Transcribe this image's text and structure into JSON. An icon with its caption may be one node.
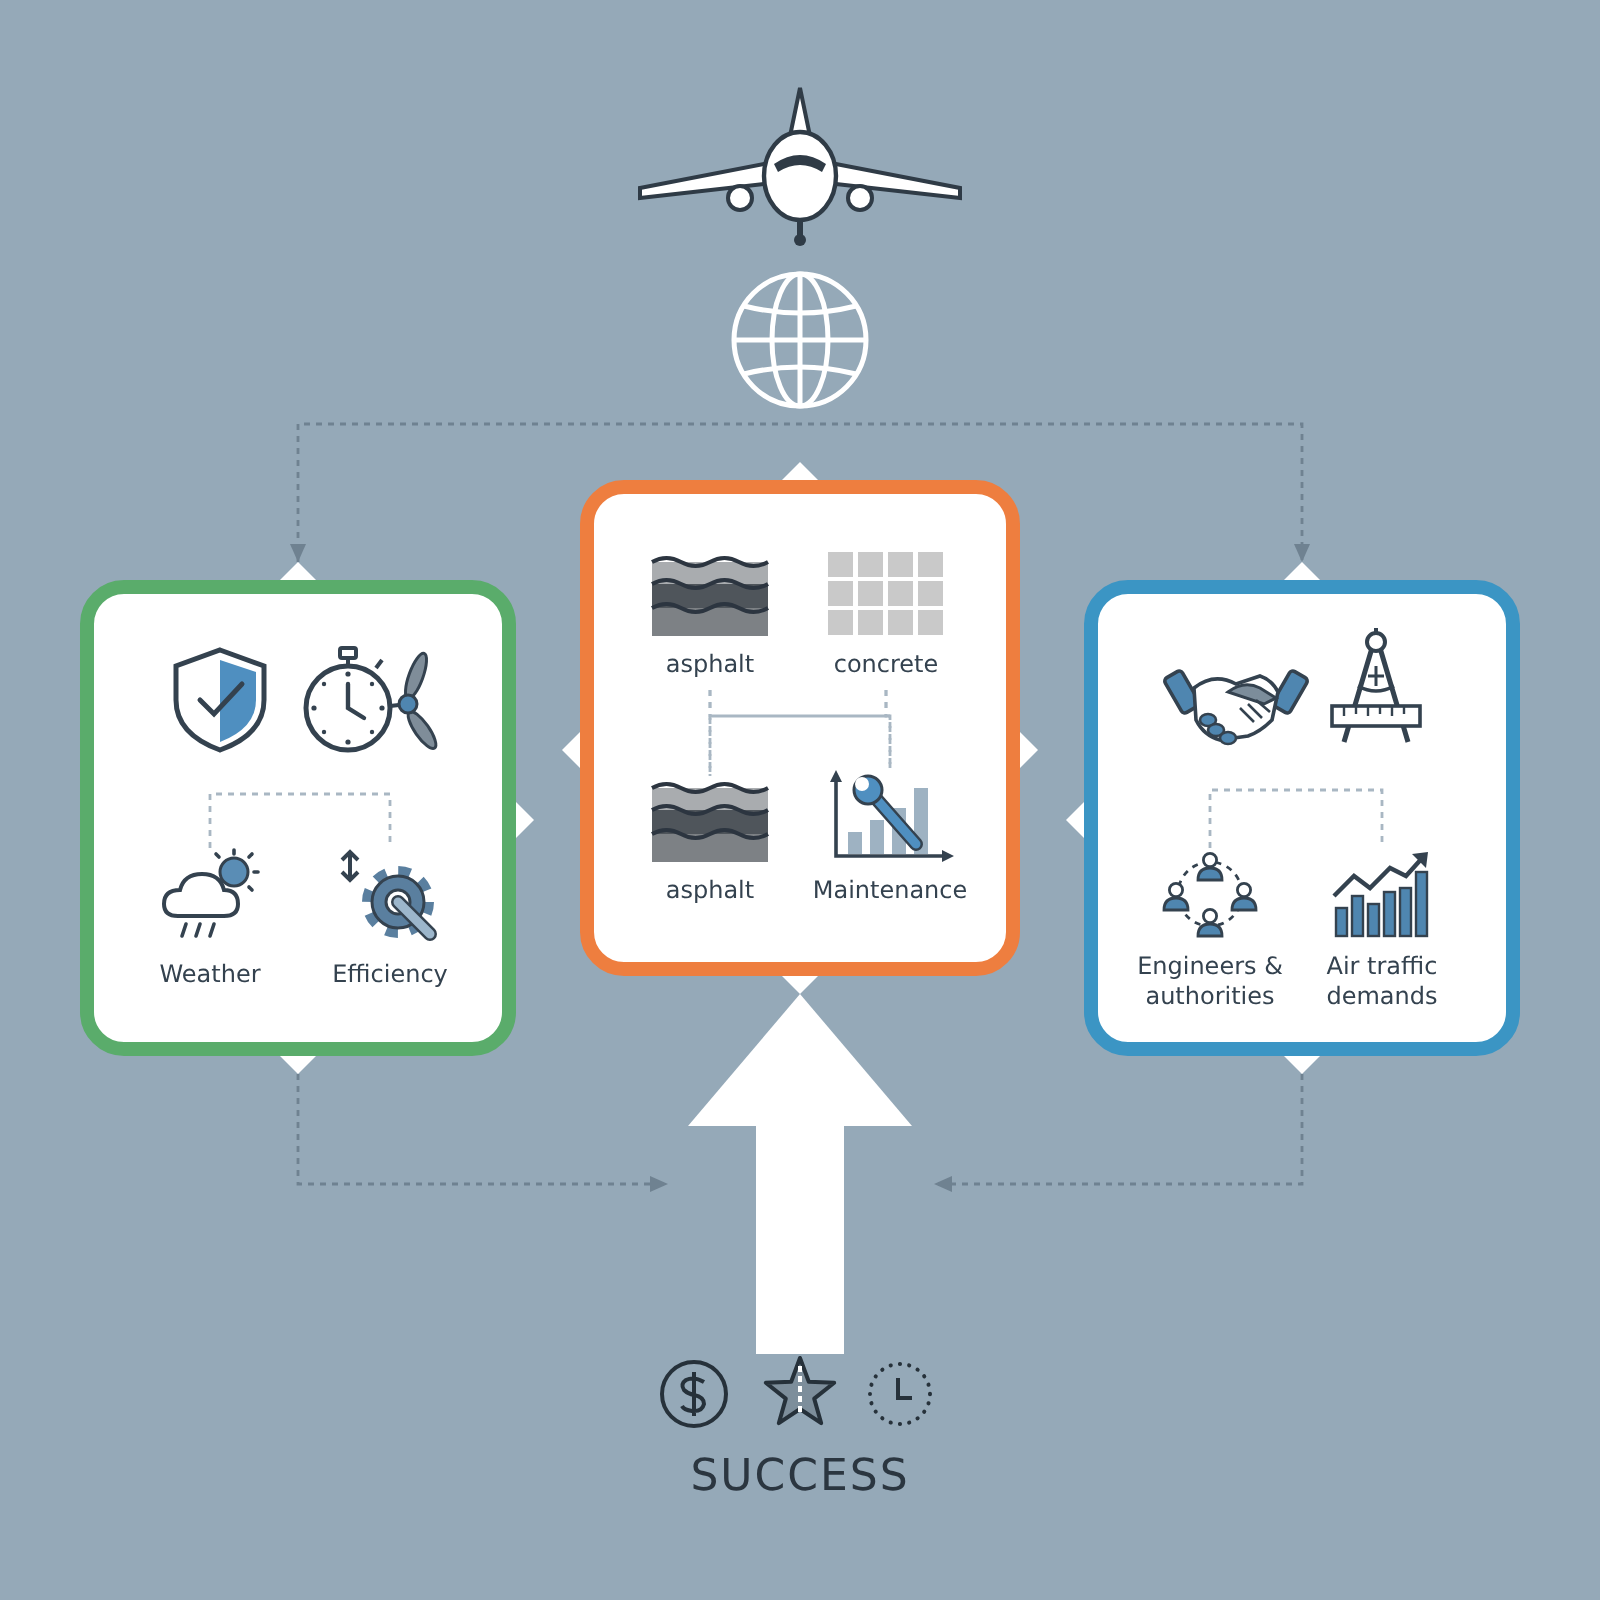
{
  "diagram": {
    "nodes": [
      {
        "text": [],
        "shape": "picture"
      },
      {
        "text": [],
        "shape": "box"
      },
      {
        "text": [],
        "shape": "picture",
        "in": 1
      },
      {
        "text": [],
        "shape": "picture",
        "in": 1
      },
      {
        "text": [
          "Weather"
        ],
        "in": 1
      },
      {
        "text": [
          "Efficiency"
        ],
        "in": 1
      },
      {
        "text": [],
        "shape": "box"
      },
      {
        "text": [
          "asphalt"
        ],
        "in": 6
      },
      {
        "text": [
          "concrete"
        ],
        "in": 6
      },
      {
        "text": [
          "asphalt"
        ],
        "in": 6
      },
      {
        "text": [
          "Maintenance"
        ],
        "in": 6
      },
      {
        "text": [],
        "shape": "box"
      },
      {
        "text": [],
        "shape": "picture",
        "in": 11
      },
      {
        "text": [],
        "shape": "picture",
        "in": 11
      },
      {
        "text": [
          "Engineers & authorities"
        ],
        "in": 11
      },
      {
        "text": [
          "Air traffic demands"
        ],
        "in": 11
      },
      {
        "text": [
          "SUCCESS"
        ]
      }
    ],
    "edges": [
      {
        "from": 1,
        "to": 11,
        "arrow": "both",
        "style": "dashed",
        "color": "#6f8291"
      },
      {
        "from": 4,
        "to": 5,
        "arrow": "none",
        "style": "dashed"
      },
      {
        "from": 7,
        "to": 9,
        "arrow": "none",
        "style": "dashed"
      },
      {
        "from": 7,
        "to": 10,
        "arrow": "none",
        "style": "dashed"
      },
      {
        "from": 8,
        "to": 9,
        "arrow": "none",
        "style": "dashed"
      },
      {
        "from": 8,
        "to": 10,
        "arrow": "none",
        "style": "dashed"
      },
      {
        "from": 14,
        "to": 15,
        "arrow": "none",
        "style": "dashed"
      },
      {
        "from": 1,
        "to": null,
        "arrow": "to",
        "style": "dashed",
        "color": "#6f8291"
      },
      {
        "from": 11,
        "to": null,
        "arrow": "to",
        "style": "dashed",
        "color": "#6f8291"
      },
      {
        "from": 16,
        "to": 6,
        "arrow": "to",
        "style": "thick",
        "color": "#ffffff"
      }
    ]
  }
}
